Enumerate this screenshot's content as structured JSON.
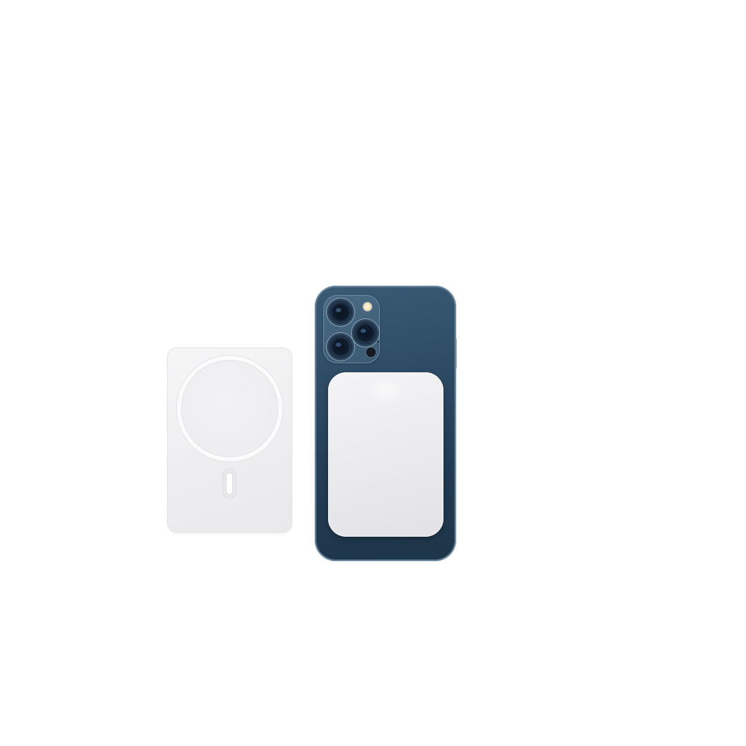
{
  "scene": {
    "background_color": "#ffffff",
    "objects": [
      {
        "name": "magsafe-battery-pack",
        "view": "front",
        "color": "#f0f0f2"
      },
      {
        "name": "smartphone",
        "view": "back",
        "color": "#2d4b64"
      },
      {
        "name": "magsafe-battery-pack-attached",
        "view": "back-mounted",
        "color": "#ececef"
      }
    ],
    "icons": [
      "magsafe-ring-icon",
      "lightning-port-icon",
      "camera-lens-icon",
      "flash-icon"
    ]
  }
}
